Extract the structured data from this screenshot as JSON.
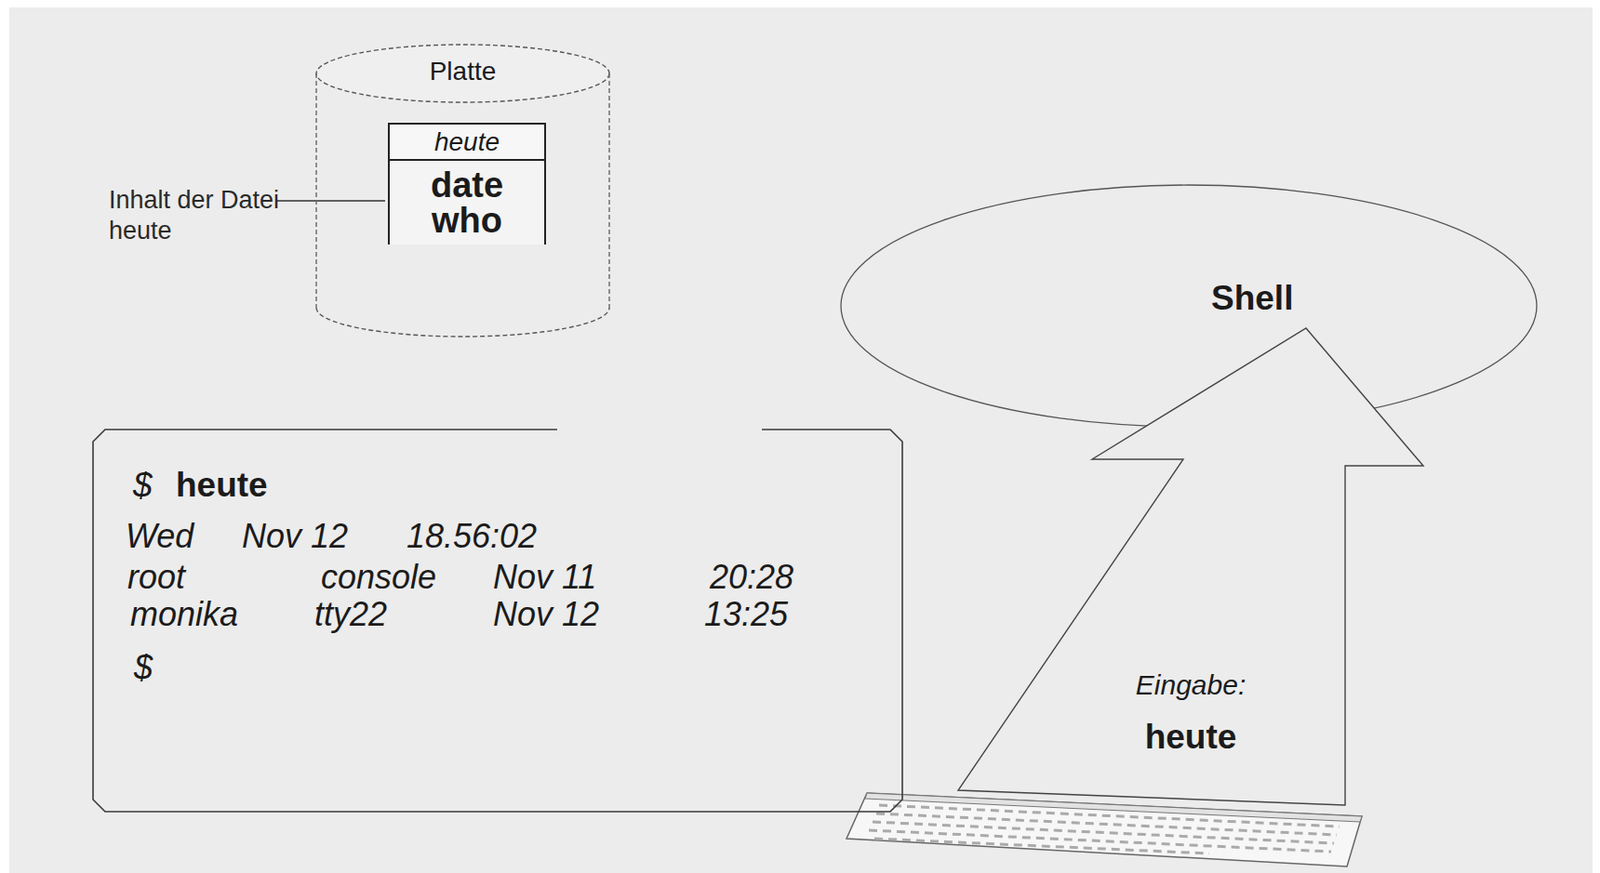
{
  "diagram": {
    "nodes": [
      {
        "text": [
          "Platte"
        ]
      },
      {
        "text": [
          "heute",
          "date who"
        ],
        "in": 0
      },
      {
        "text": [
          "Shell"
        ]
      },
      {
        "text": [
          "$",
          "heute",
          "Wed",
          "Nov 12",
          "18.56:02",
          "root",
          "console",
          "Nov 11",
          "20:28",
          "monika",
          "tty22",
          "Nov 12",
          "13:25",
          "$"
        ]
      },
      {
        "text": [
          "Eingabe:",
          "heute"
        ]
      }
    ],
    "edges": [
      {
        "from": 2,
        "to": 1,
        "arrow": "to"
      },
      {
        "from": 1,
        "to": 2,
        "arrow": "to"
      },
      {
        "from": 2,
        "to": 3,
        "arrow": "none"
      }
    ],
    "labels": [
      "Inhalt der Datei heute"
    ]
  }
}
